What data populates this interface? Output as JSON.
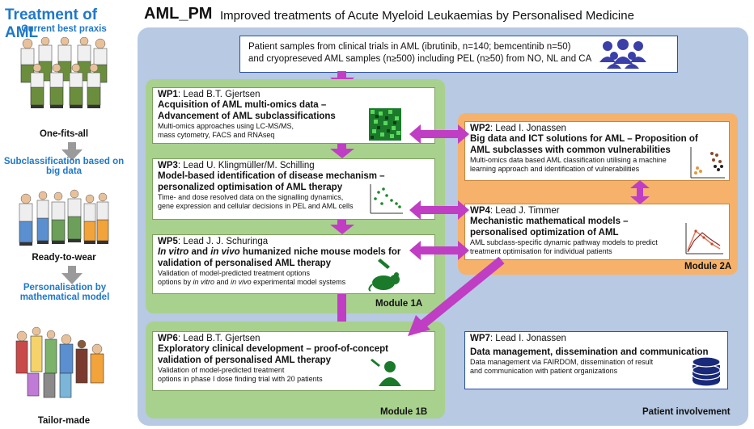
{
  "left": {
    "title": "Treatment of AML",
    "subtitle1": "Current best praxis",
    "caption1": "One-fits-all",
    "subtitle2": "Subclassification based on big data",
    "caption2": "Ready-to-wear",
    "subtitle3": "Personalisation by mathematical model",
    "caption3": "Tailor-made"
  },
  "header": {
    "acronym": "AML_PM",
    "full_title": "Improved treatments of Acute Myeloid Leukaemias by Personalised Medicine"
  },
  "samples": {
    "line1": "Patient samples from clinical trials in AML (ibrutinib, n=140; bemcentinib n=50)",
    "line2": "and cryopreseved AML samples (n≥500) including PEL (n≥50) from NO, NL and CA"
  },
  "wp1": {
    "id": "WP1",
    "lead": ": Lead B.T. Gjertsen",
    "head1": "Acquisition of AML multi-omics data –",
    "head2": "Advancement of AML subclassifications",
    "body1": "Multi-omics approaches using LC-MS/MS,",
    "body2": "mass cytometry, FACS and RNAseq"
  },
  "wp3": {
    "id": "WP3",
    "lead": ": Lead U. Klingmüller/M. Schilling",
    "head1": "Model-based identification of disease mechanism –",
    "head2": "personalized optimisation of AML therapy",
    "body1": "Time- and dose resolved data on the signalling dynamics,",
    "body2": "gene expression and cellular decisions in PEL and AML cells"
  },
  "wp5": {
    "id": "WP5",
    "lead": ": Lead J. J. Schuringa",
    "head_italic1": "In vitro",
    "head_and": " and ",
    "head_italic2": "in vivo",
    "head_rest": " humanized niche mouse models for",
    "head2": "validation of personalised AML therapy",
    "body1": "Validation of model-predicted treatment options",
    "body2_pre": "options by ",
    "body2_i1": "in vitro",
    "body2_mid": " and ",
    "body2_i2": "in vivo",
    "body2_post": " experimental model systems"
  },
  "wp2": {
    "id": "WP2",
    "lead": ": Lead I. Jonassen",
    "head1": "Big data and ICT solutions for AML – Proposition of",
    "head2": "AML subclasses with common vulnerabilities",
    "body1": "Multi-omics data based AML classification utilising a machine",
    "body2": "learning  approach and identification of vulnerabilities"
  },
  "wp4": {
    "id": "WP4",
    "lead": ": Lead J. Timmer",
    "head1": "Mechanistic mathematical models –",
    "head2": "personalised optimization of AML",
    "body1": "AML subclass-specific dynamic pathway models to predict",
    "body2": "treatment optimisation for individual patients"
  },
  "wp6": {
    "id": "WP6",
    "lead": ": Lead B.T. Gjertsen",
    "head1": "Exploratory clinical development – proof-of-concept",
    "head2": "validation of personalised AML therapy",
    "body1": "Validation of model-predicted  treatment",
    "body2": "options in phase I dose finding trial with 20 patients"
  },
  "wp7": {
    "id": "WP7",
    "lead": ": Lead I. Jonassen",
    "head1": "Data management, dissemination and communication",
    "body1": "Data management via FAIRDOM, dissemination of result",
    "body2": "and communication with patient organizations"
  },
  "modules": {
    "m1a": "Module 1A",
    "m1b": "Module 1B",
    "m2a": "Module 2A"
  },
  "patient_involvement": "Patient involvement",
  "colors": {
    "blue_accent": "#1f78c8",
    "panel": "#b7c9e3",
    "module_green": "#a9d18e",
    "module_orange": "#f6b26b",
    "arrow_purple": "#c03ec3",
    "border_blue": "#2b4ea8"
  },
  "icons": [
    "people-group-icon",
    "heatmap-icon",
    "scatter-plot-icon",
    "mouse-icon",
    "syringe-icon",
    "patient-icon",
    "database-icon",
    "cluster-plot-icon",
    "line-plot-icon"
  ]
}
